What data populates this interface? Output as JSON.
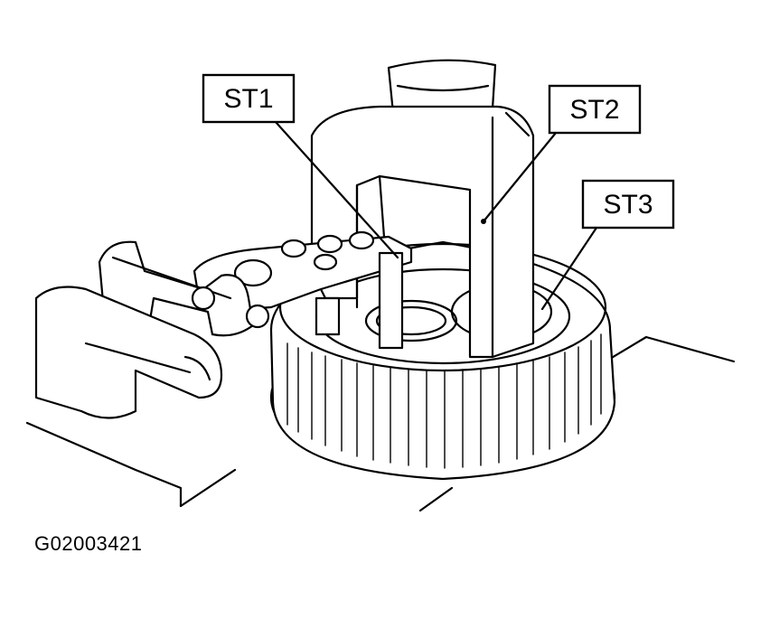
{
  "figure_id": "G02003421",
  "callouts": {
    "st1": "ST1",
    "st2": "ST2",
    "st3": "ST3"
  }
}
